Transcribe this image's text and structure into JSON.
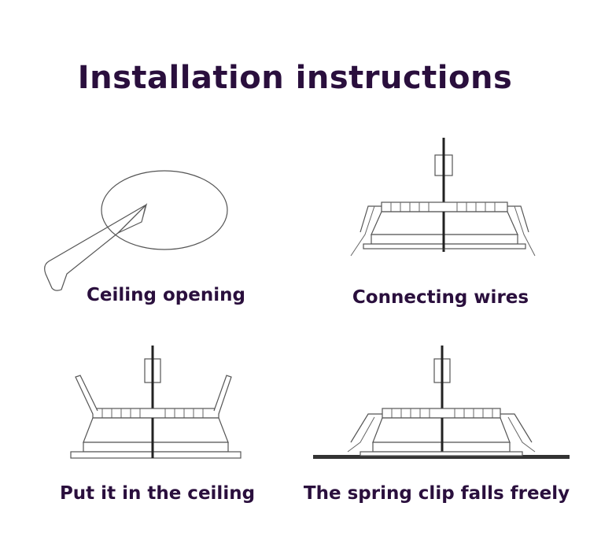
{
  "title": "Installation instructions",
  "steps": [
    {
      "caption": "Ceiling opening"
    },
    {
      "caption": "Connecting wires"
    },
    {
      "caption": "Put it in the ceiling"
    },
    {
      "caption": "The spring clip falls freely"
    }
  ],
  "colors": {
    "text": "#2a0f3d",
    "line": "#555555",
    "ceiling": "#333333"
  }
}
